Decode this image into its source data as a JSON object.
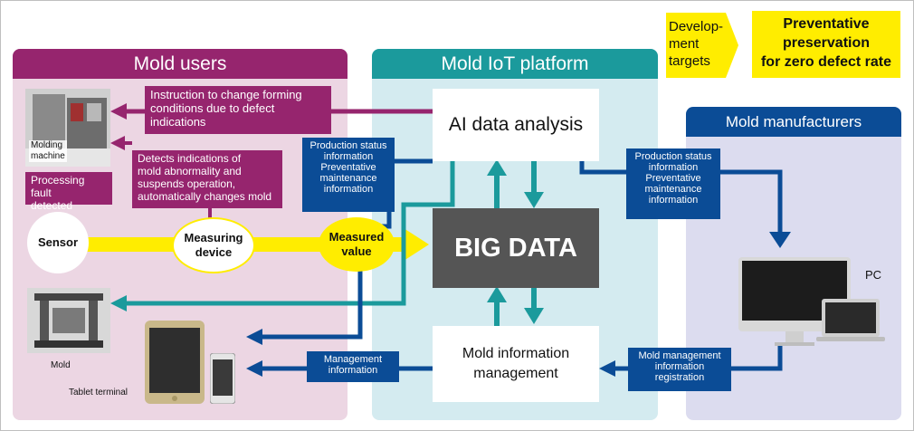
{
  "title_banner": {
    "targets_label_l1": "Develop-",
    "targets_label_l2": "ment",
    "targets_label_l3": "targets",
    "goal_l1": "Preventative",
    "goal_l2": "preservation",
    "goal_l3": "for zero defect rate"
  },
  "sections": {
    "users": "Mold users",
    "platform": "Mold IoT platform",
    "manufacturers": "Mold manufacturers"
  },
  "boxes": {
    "instruction_l1": "Instruction to change forming",
    "instruction_l2": "conditions due to defect",
    "instruction_l3": "indications",
    "detects_l1": "Detects indications of",
    "detects_l2": "mold abnormality and",
    "detects_l3": "suspends operation,",
    "detects_l4": "automatically changes mold",
    "fault_l1": "Processing fault",
    "fault_l2": "detected",
    "ai": "AI data analysis",
    "bigdata": "BIG DATA",
    "mim_l1": "Mold information",
    "mim_l2": "management",
    "prod_left_l1": "Production status",
    "prod_left_l2": "information",
    "prod_left_l3": "Preventative",
    "prod_left_l4": "maintenance",
    "prod_left_l5": "information",
    "prod_right_l1": "Production status",
    "prod_right_l2": "information",
    "prod_right_l3": "Preventative",
    "prod_right_l4": "maintenance",
    "prod_right_l5": "information",
    "mgmt_l1": "Management",
    "mgmt_l2": "information",
    "mmir_l1": "Mold management",
    "mmir_l2": "information",
    "mmir_l3": "registration"
  },
  "nodes": {
    "sensor": "Sensor",
    "measuring_l1": "Measuring",
    "measuring_l2": "device",
    "measured_l1": "Measured",
    "measured_l2": "value"
  },
  "captions": {
    "molding_l1": "Molding",
    "molding_l2": "machine",
    "mold": "Mold",
    "tablet": "Tablet terminal",
    "pc": "PC"
  },
  "colors": {
    "purple": "#96256e",
    "teal": "#1b9a9c",
    "navy": "#0b4c96",
    "yellow": "#ffed00",
    "pink_panel": "#ecd6e3",
    "teal_panel": "#d4ebf0",
    "blue_panel": "#dcdcef"
  }
}
